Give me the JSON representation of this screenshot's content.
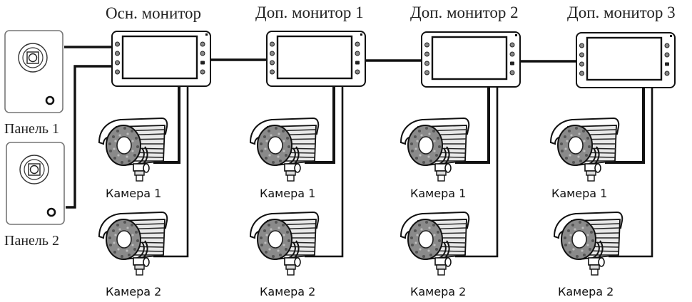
{
  "monitors": [
    {
      "id": "main",
      "title": "Осн. монитор"
    },
    {
      "id": "extra1",
      "title": "Доп. монитор 1"
    },
    {
      "id": "extra2",
      "title": "Доп. монитор 2"
    },
    {
      "id": "extra3",
      "title": "Доп. монитор 3"
    }
  ],
  "panels": [
    {
      "id": "panel1",
      "label": "Панель 1"
    },
    {
      "id": "panel2",
      "label": "Панель 2"
    }
  ],
  "cameras": [
    {
      "monitor": "main",
      "label": "Камера 1"
    },
    {
      "monitor": "main",
      "label": "Камера 2"
    },
    {
      "monitor": "extra1",
      "label": "Камера 1"
    },
    {
      "monitor": "extra1",
      "label": "Камера 2"
    },
    {
      "monitor": "extra2",
      "label": "Камера 1"
    },
    {
      "monitor": "extra2",
      "label": "Камера 2"
    },
    {
      "monitor": "extra3",
      "label": "Камера 1"
    },
    {
      "monitor": "extra3",
      "label": "Камера 2"
    }
  ],
  "icons": {
    "monitor": "monitor-icon",
    "panel": "door-panel-icon",
    "camera": "cctv-camera-icon"
  },
  "colors": {
    "line": "#111111",
    "background": "#ffffff"
  }
}
